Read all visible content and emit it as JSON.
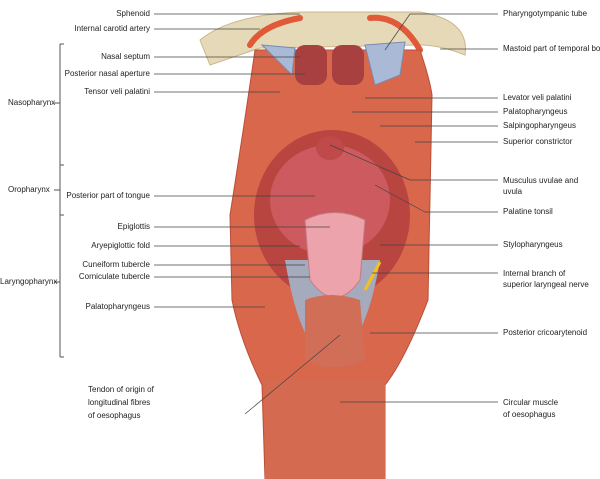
{
  "regions": [
    "Nasopharynx",
    "Oropharynx",
    "Laryngopharynx"
  ],
  "left_labels": [
    "Sphenoid",
    "Internal carotid artery",
    "Nasal septum",
    "Posterior nasal aperture",
    "Tensor veli palatini",
    "Posterior part of tongue",
    "Epiglottis",
    "Aryepiglottic fold",
    "Cuneiform tubercle",
    "Corniculate tubercle",
    "Palatopharyngeus"
  ],
  "tendon_label": [
    "Tendon of origin of",
    "longitudinal fibres",
    "of oesophagus"
  ],
  "right_labels": [
    "Pharyngotympanic tube",
    "Mastoid part of temporal bone",
    "Levator veli palatini",
    "Palatopharyngeus",
    "Salpingopharyngeus",
    "Superior constrictor"
  ],
  "uvula_label": [
    "Musculus uvulae and",
    "uvula"
  ],
  "right_labels_2": [
    "Palatine tonsil",
    "Stylopharyngeus"
  ],
  "nerve_label": [
    "Internal branch of",
    "superior laryngeal nerve"
  ],
  "cricoarytenoid_label": "Posterior cricoarytenoid",
  "oesophagus_label": [
    "Circular muscle",
    "of oesophagus"
  ],
  "colors": {
    "muscle": "#d8674c",
    "bone": "#e6d9b8",
    "artery": "#e05a3a",
    "cartilage": "#a9b9d6",
    "mucosa": "#c24b4f",
    "epiglottis": "#eda3ab"
  }
}
